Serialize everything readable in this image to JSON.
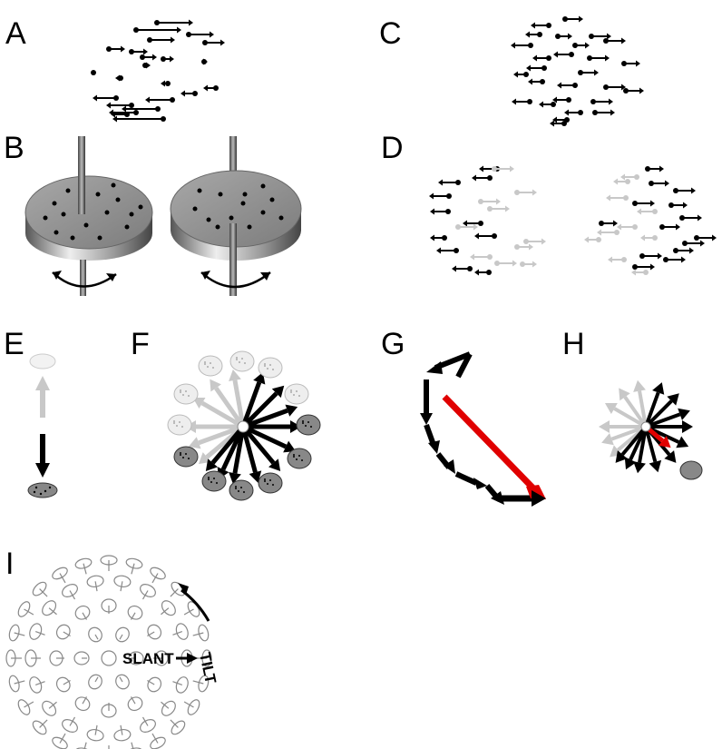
{
  "panels": {
    "a": "A",
    "b": "B",
    "c": "C",
    "d": "D",
    "e": "E",
    "f": "F",
    "g": "G",
    "h": "H",
    "i": "I"
  },
  "panel_i": {
    "slant_label": "SLANT",
    "tilt_label": "TILT"
  },
  "colors": {
    "black": "#000000",
    "gray": "#c8c8c8",
    "red": "#e00000",
    "disk": "#8c8c8c"
  }
}
